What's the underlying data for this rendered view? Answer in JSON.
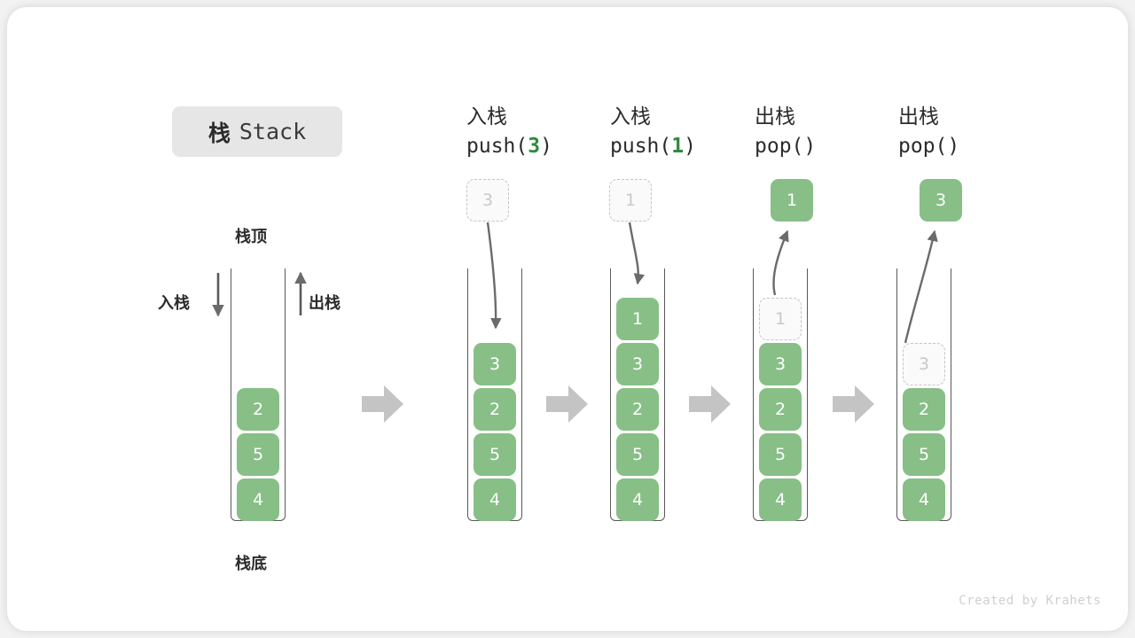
{
  "figure": {
    "title_cn": "栈",
    "title_en": "Stack",
    "watermark": "Created by Krahets"
  },
  "colors": {
    "element_green": "#87bf87",
    "ghost_fill": "#fafafa",
    "ghost_border": "#c4c4c4",
    "ghost_text": "#c9c9c9",
    "tube_border": "#595959",
    "arrow_gray": "#6b6b6b",
    "step_arrow_gray": "#c4c4c4",
    "badge_bg": "#e6e6e6",
    "accent_arg": "#2e8b3d",
    "text_dark": "#2b2b2b"
  },
  "annotations": {
    "top_label": "栈顶",
    "bottom_label": "栈底",
    "push_label": "入栈",
    "pop_label": "出栈"
  },
  "steps": [
    {
      "id": "initial",
      "head_line1": "",
      "head_line2": "",
      "head_arg": "",
      "cells_top_to_bottom": [
        {
          "value": "2",
          "state": "solid"
        },
        {
          "value": "5",
          "state": "solid"
        },
        {
          "value": "4",
          "state": "solid"
        }
      ],
      "float_box": null
    },
    {
      "id": "push-3",
      "head_line1": "入栈",
      "head_line2_prefix": "push(",
      "head_arg": "3",
      "head_line2_suffix": ")",
      "cells_top_to_bottom": [
        {
          "value": "3",
          "state": "solid"
        },
        {
          "value": "2",
          "state": "solid"
        },
        {
          "value": "5",
          "state": "solid"
        },
        {
          "value": "4",
          "state": "solid"
        }
      ],
      "float_box": {
        "value": "3",
        "state": "ghost"
      }
    },
    {
      "id": "push-1",
      "head_line1": "入栈",
      "head_line2_prefix": "push(",
      "head_arg": "1",
      "head_line2_suffix": ")",
      "cells_top_to_bottom": [
        {
          "value": "1",
          "state": "solid"
        },
        {
          "value": "3",
          "state": "solid"
        },
        {
          "value": "2",
          "state": "solid"
        },
        {
          "value": "5",
          "state": "solid"
        },
        {
          "value": "4",
          "state": "solid"
        }
      ],
      "float_box": {
        "value": "1",
        "state": "ghost"
      }
    },
    {
      "id": "pop-1",
      "head_line1": "出栈",
      "head_line2_prefix": "pop(",
      "head_arg": "",
      "head_line2_suffix": ")",
      "cells_top_to_bottom": [
        {
          "value": "1",
          "state": "ghost"
        },
        {
          "value": "3",
          "state": "solid"
        },
        {
          "value": "2",
          "state": "solid"
        },
        {
          "value": "5",
          "state": "solid"
        },
        {
          "value": "4",
          "state": "solid"
        }
      ],
      "float_box": {
        "value": "1",
        "state": "solid"
      }
    },
    {
      "id": "pop-2",
      "head_line1": "出栈",
      "head_line2_prefix": "pop(",
      "head_arg": "",
      "head_line2_suffix": ")",
      "cells_top_to_bottom": [
        {
          "value": "3",
          "state": "ghost"
        },
        {
          "value": "2",
          "state": "solid"
        },
        {
          "value": "5",
          "state": "solid"
        },
        {
          "value": "4",
          "state": "solid"
        }
      ],
      "float_box": {
        "value": "3",
        "state": "solid"
      }
    }
  ]
}
